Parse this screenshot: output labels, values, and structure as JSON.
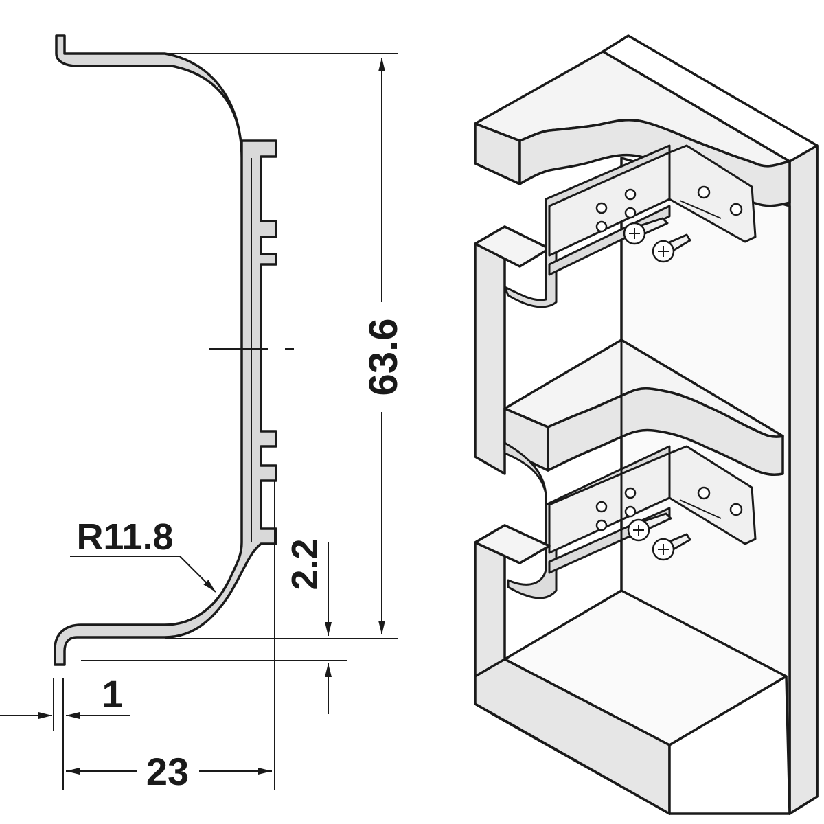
{
  "dimensions": {
    "height": "63.6",
    "radius": "R11.8",
    "offset": "2.2",
    "thickness": "1",
    "depth": "23"
  },
  "colors": {
    "line": "#1a1a1a",
    "profile_fill": "#d9d9d9",
    "background": "#ffffff"
  }
}
